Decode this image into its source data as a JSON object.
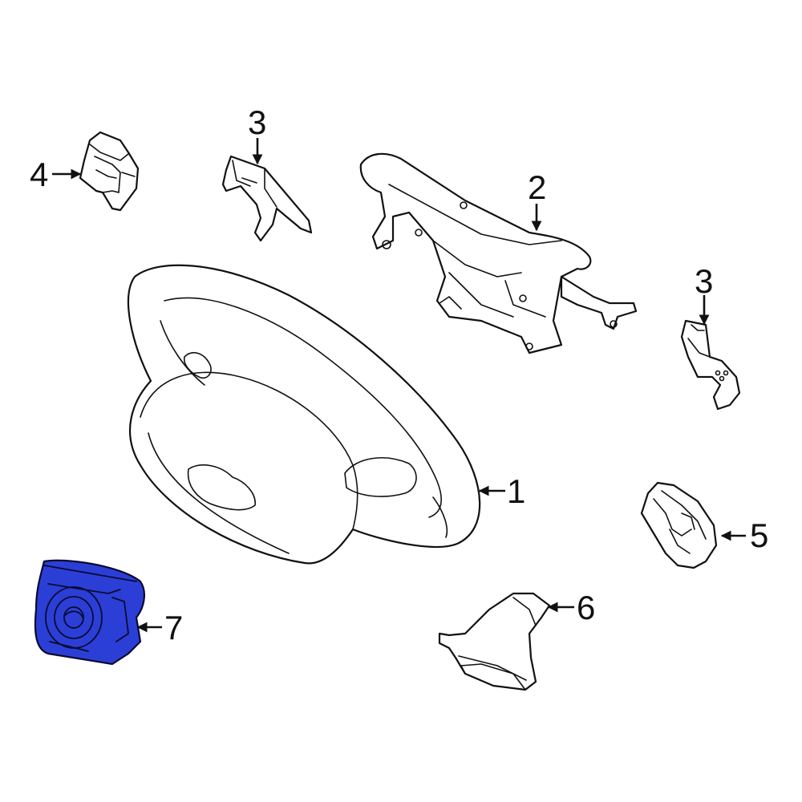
{
  "diagram": {
    "highlight_color": "#2b3fd6",
    "callouts": [
      {
        "id": "callout-1",
        "label": "1"
      },
      {
        "id": "callout-2",
        "label": "2"
      },
      {
        "id": "callout-3a",
        "label": "3"
      },
      {
        "id": "callout-3b",
        "label": "3"
      },
      {
        "id": "callout-4",
        "label": "4"
      },
      {
        "id": "callout-5",
        "label": "5"
      },
      {
        "id": "callout-6",
        "label": "6"
      },
      {
        "id": "callout-7",
        "label": "7"
      }
    ]
  }
}
